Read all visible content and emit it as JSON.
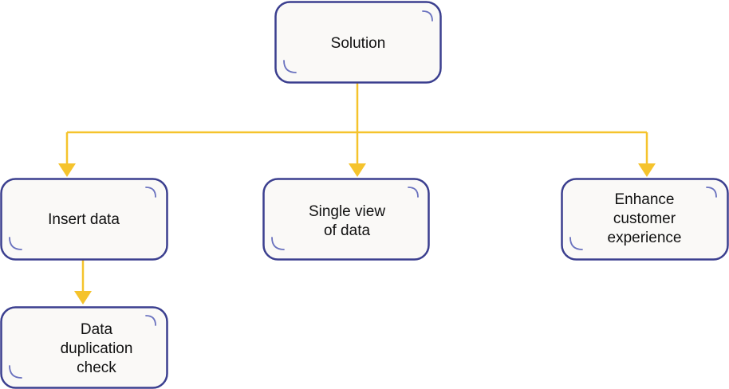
{
  "colors": {
    "node_fill": "#faf9f7",
    "node_border": "#3b3f8f",
    "corner_accent": "#6a72bf",
    "connector": "#f5c32c",
    "text": "#111111"
  },
  "nodes": {
    "solution": {
      "lines": [
        "Solution"
      ]
    },
    "insert_data": {
      "lines": [
        "Insert data"
      ]
    },
    "single_view": {
      "lines": [
        "Single view",
        "of data"
      ]
    },
    "enhance_cx": {
      "lines": [
        "Enhance",
        "customer",
        "experience"
      ]
    },
    "dedup_check": {
      "lines": [
        "Data",
        "duplication",
        "check"
      ]
    }
  }
}
